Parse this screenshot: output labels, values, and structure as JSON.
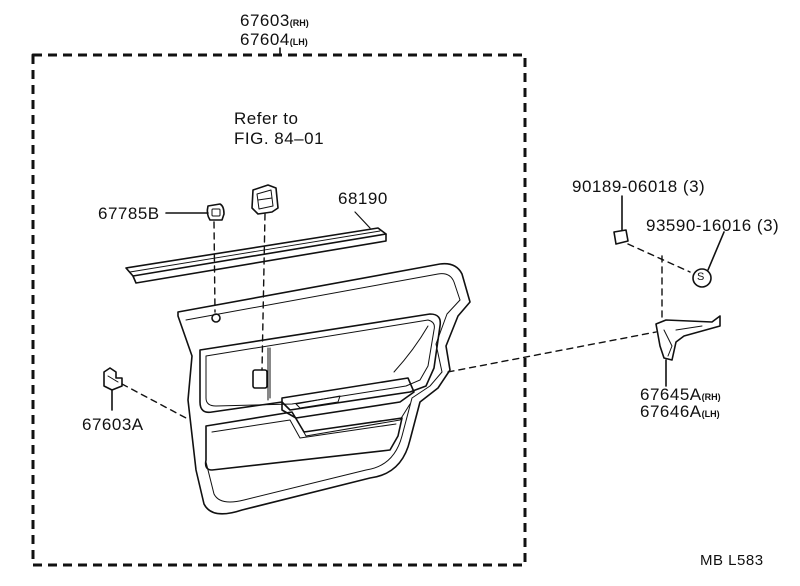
{
  "labels": {
    "panel_rh": "67603",
    "panel_rh_suffix": "(RH)",
    "panel_lh": "67604",
    "panel_lh_suffix": "(LH)",
    "refer_line1": "Refer to",
    "refer_line2": "FIG. 84–01",
    "clip_b": "67785B",
    "weatherstrip": "68190",
    "clip_a": "67603A",
    "screw": "90189-06018 (3)",
    "nut": "93590-16016 (3)",
    "bracket_rh": "67645A",
    "bracket_rh_suffix": "(RH)",
    "bracket_lh": "67646A",
    "bracket_lh_suffix": "(LH)",
    "nut_symbol": "S",
    "diagram_code": "MB L583"
  },
  "colors": {
    "ink": "#111111",
    "paper": "#ffffff"
  }
}
